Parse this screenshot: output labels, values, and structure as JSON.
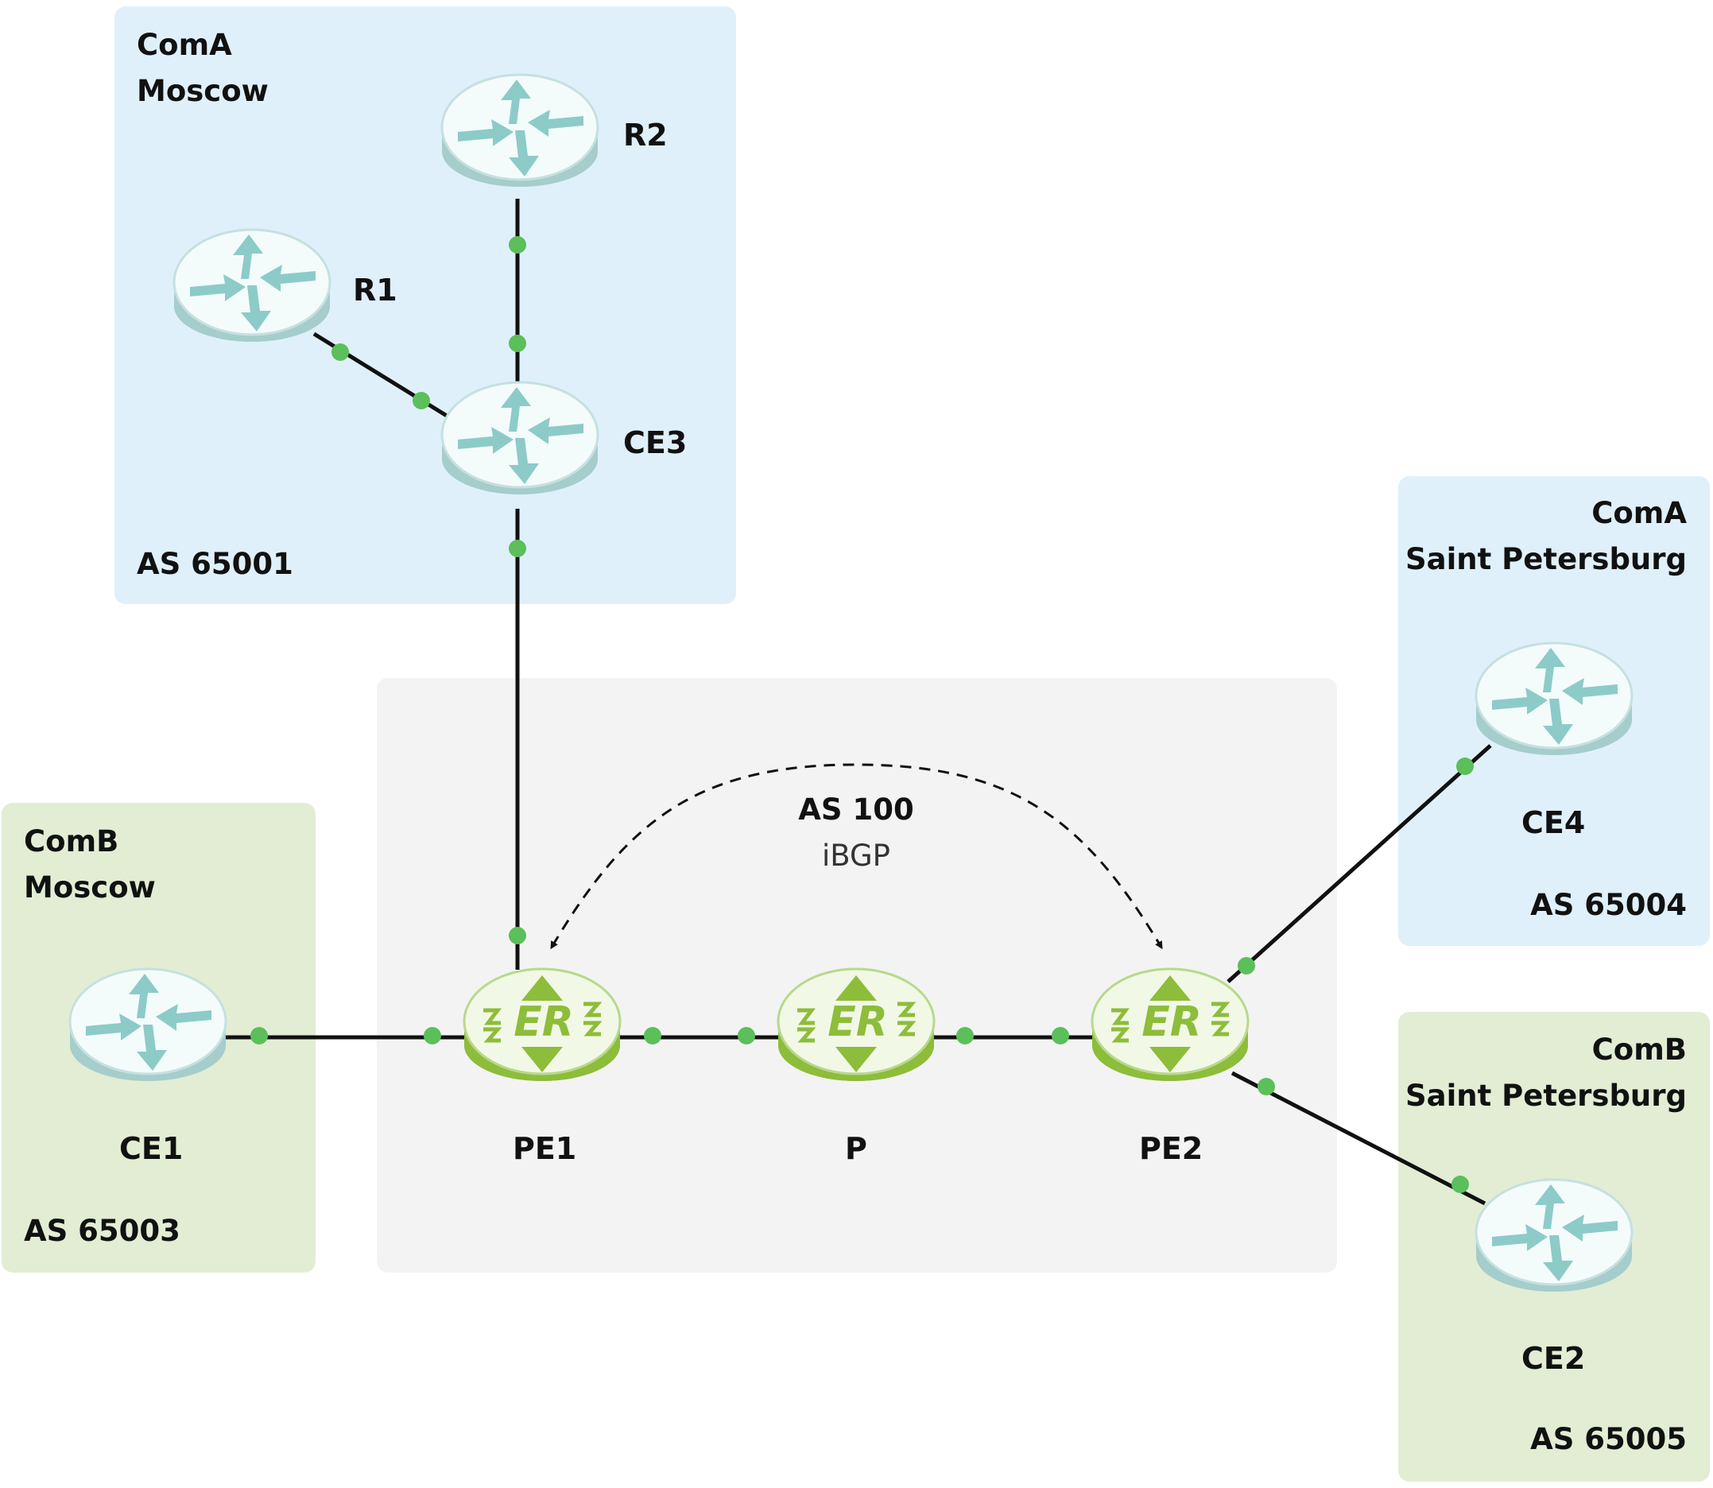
{
  "groups": {
    "coma_moscow": {
      "company": "ComA",
      "city": "Moscow",
      "as": "AS 65001"
    },
    "comb_moscow": {
      "company": "ComB",
      "city": "Moscow",
      "as": "AS 65003"
    },
    "coma_spb": {
      "company": "ComA",
      "city": "Saint Petersburg",
      "as": "AS 65004"
    },
    "comb_spb": {
      "company": "ComB",
      "city": "Saint Petersburg",
      "as": "AS 65005"
    },
    "provider": {
      "as": "AS 100",
      "protocol": "iBGP"
    }
  },
  "nodes": {
    "r1": "R1",
    "r2": "R2",
    "ce3": "CE3",
    "ce1": "CE1",
    "pe1": "PE1",
    "p": "P",
    "pe2": "PE2",
    "ce4": "CE4",
    "ce2": "CE2"
  },
  "router_icon_text": "ER",
  "colors": {
    "customer_site_blue": "#dff0fb",
    "customer_site_green": "#e2edd4",
    "provider_area": "#f3f3f3",
    "customer_router": "#a5cdcb",
    "provider_router": "#8dbd3a",
    "link": "#111111",
    "port": "#5bbf5a"
  }
}
